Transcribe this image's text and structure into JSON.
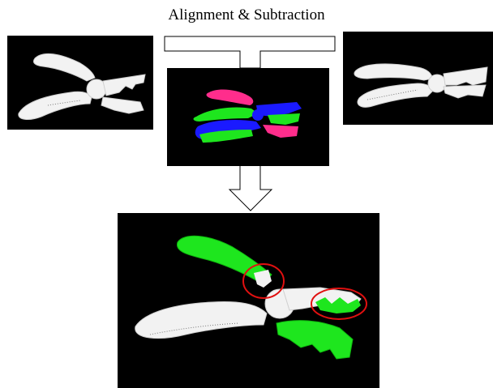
{
  "title": "Alignment & Subtraction",
  "colors": {
    "background": "#000000",
    "model_white": "#f2f2f2",
    "overlay_green": "#1ee61e",
    "overlay_blue": "#1a1aff",
    "overlay_magenta": "#ff2d8c",
    "highlight_ring": "#e01010",
    "connector_stroke": "#000000"
  },
  "panels": {
    "input_a": "white pliers, open",
    "input_b": "white pliers, closed",
    "aligned": "overlaid colored pliers",
    "result": "subtraction result with highlighted differences"
  }
}
